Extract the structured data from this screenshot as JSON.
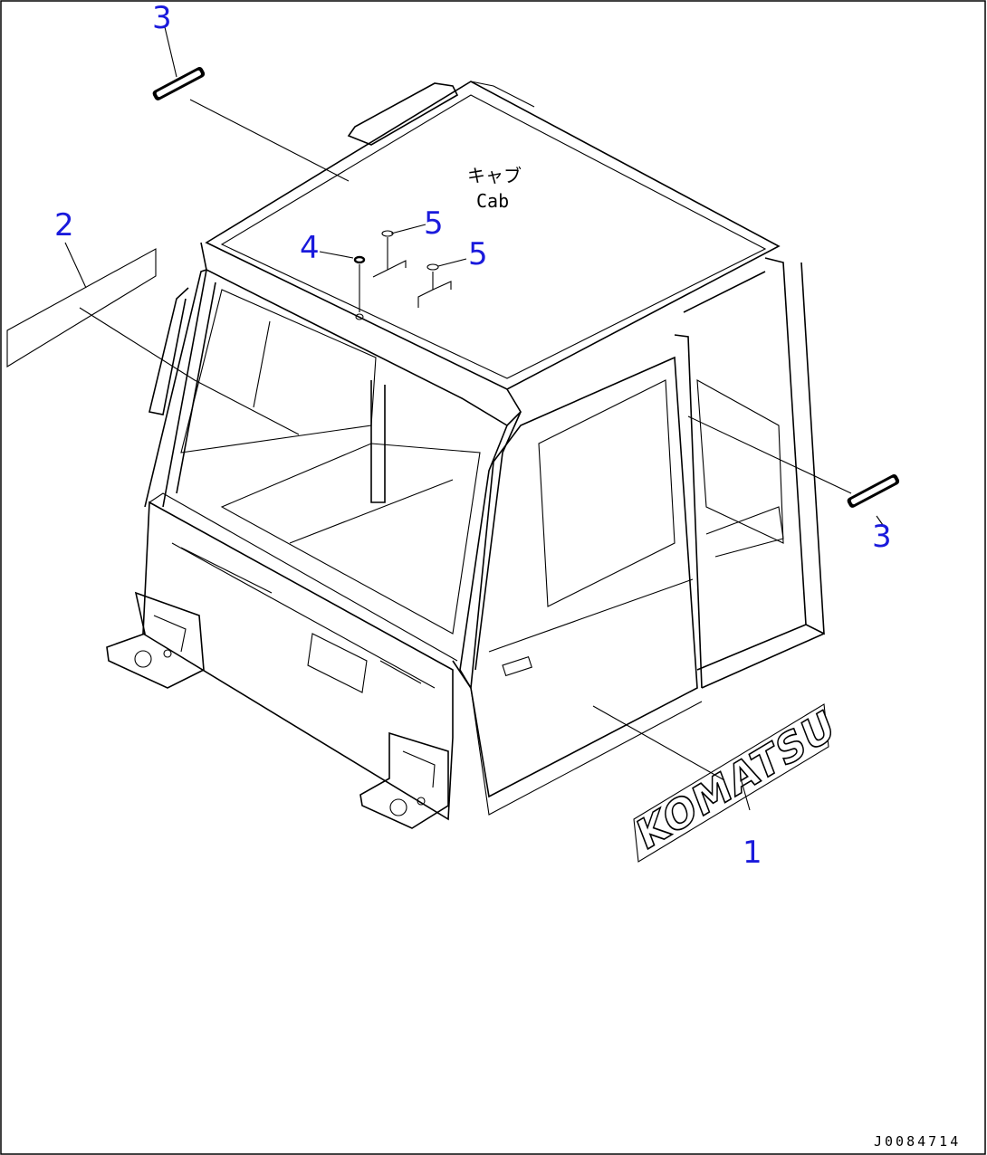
{
  "diagram": {
    "cab_label_jp": "キャブ",
    "cab_label_en": "Cab",
    "reference_code": "J0084714",
    "brand_decal_text": "KOMATSU"
  },
  "callouts": [
    {
      "id": "1",
      "label": "1"
    },
    {
      "id": "2",
      "label": "2"
    },
    {
      "id": "3a",
      "label": "3"
    },
    {
      "id": "3b",
      "label": "3"
    },
    {
      "id": "4",
      "label": "4"
    },
    {
      "id": "5a",
      "label": "5"
    },
    {
      "id": "5b",
      "label": "5"
    }
  ],
  "colors": {
    "callout": "#1a1adc",
    "line": "#000000",
    "background": "#ffffff"
  }
}
